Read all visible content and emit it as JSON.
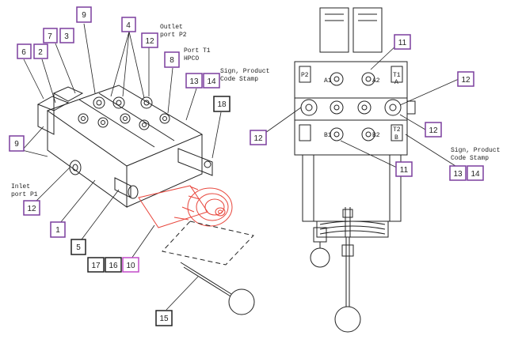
{
  "notes": {
    "outlet_p2_line1": "Outlet",
    "outlet_p2_line2": "port P2",
    "port_t1_line1": "Port T1",
    "port_t1_line2": "HPCO",
    "sign_left_line1": "Sign, Product",
    "sign_left_line2": "Code Stamp",
    "inlet_line1": "Inlet",
    "inlet_line2": "port P1",
    "sign_right_line1": "Sign, Product",
    "sign_right_line2": "Code Stamp"
  },
  "port_labels": {
    "p2": "P2",
    "t1": "T1",
    "a1": "A1",
    "a2": "A2",
    "b1": "B1",
    "b2": "B2",
    "t2": "T2",
    "a": "A",
    "b": "B"
  },
  "callouts": [
    {
      "id": "9a",
      "text": "9",
      "style": "purple"
    },
    {
      "id": "7",
      "text": "7",
      "style": "purple"
    },
    {
      "id": "3",
      "text": "3",
      "style": "purple"
    },
    {
      "id": "6",
      "text": "6",
      "style": "purple"
    },
    {
      "id": "2",
      "text": "2",
      "style": "purple"
    },
    {
      "id": "4",
      "text": "4",
      "style": "purple"
    },
    {
      "id": "12a",
      "text": "12",
      "style": "purple"
    },
    {
      "id": "8",
      "text": "8",
      "style": "purple"
    },
    {
      "id": "13a",
      "text": "13",
      "style": "purple"
    },
    {
      "id": "14a",
      "text": "14",
      "style": "purple"
    },
    {
      "id": "18",
      "text": "18",
      "style": "black"
    },
    {
      "id": "9b",
      "text": "9",
      "style": "purple"
    },
    {
      "id": "12b",
      "text": "12",
      "style": "purple"
    },
    {
      "id": "1",
      "text": "1",
      "style": "purple"
    },
    {
      "id": "5",
      "text": "5",
      "style": "black"
    },
    {
      "id": "17",
      "text": "17",
      "style": "black"
    },
    {
      "id": "16",
      "text": "16",
      "style": "black"
    },
    {
      "id": "10",
      "text": "10",
      "style": "pink"
    },
    {
      "id": "15",
      "text": "15",
      "style": "black"
    },
    {
      "id": "11a",
      "text": "11",
      "style": "purple"
    },
    {
      "id": "12c",
      "text": "12",
      "style": "purple"
    },
    {
      "id": "12d",
      "text": "12",
      "style": "purple"
    },
    {
      "id": "12e",
      "text": "12",
      "style": "purple"
    },
    {
      "id": "11b",
      "text": "11",
      "style": "purple"
    },
    {
      "id": "13b",
      "text": "13",
      "style": "purple"
    },
    {
      "id": "14b",
      "text": "14",
      "style": "purple"
    }
  ],
  "colors": {
    "purple": "#7b3f9e",
    "black": "#222222",
    "pink": "#c24cc8",
    "red": "#e8463c"
  }
}
